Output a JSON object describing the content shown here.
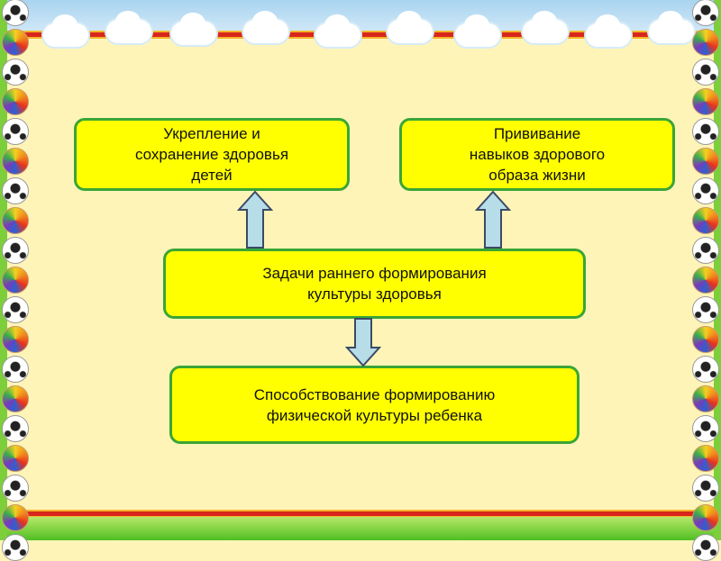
{
  "boxes": {
    "strengthen": "Укрепление и\nсохранение здоровья\nдетей",
    "instill": "Прививание\nнавыков здорового\nобраза жизни",
    "tasks": "Задачи раннего формирования\nкультуры здоровья",
    "promote": "Способствование формированию\nфизической культуры ребенка"
  },
  "colors": {
    "box_fill": "#ffff00",
    "box_border": "#3aa535",
    "arrow_fill": "#b7dde8",
    "arrow_stroke": "#3b4a66"
  }
}
